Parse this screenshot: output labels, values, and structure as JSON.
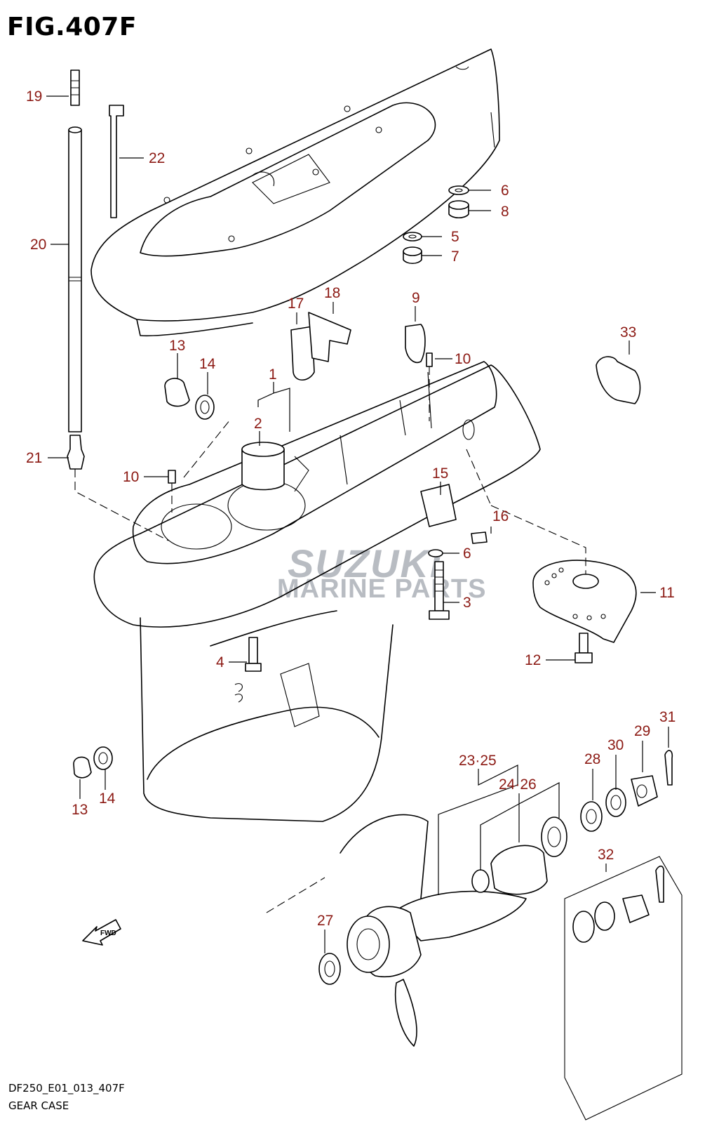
{
  "figure": {
    "title": "FIG.407F",
    "drawing_code": "DF250_E01_013_407F",
    "drawing_name": "GEAR CASE",
    "watermark_brand": "SUZUKI",
    "watermark_sub": "MARINE PARTS",
    "fwd_arrow_text": "FWD",
    "callout_color": "#8c1a14"
  },
  "callouts": [
    "19",
    "22",
    "20",
    "6",
    "8",
    "5",
    "7",
    "18",
    "17",
    "9",
    "33",
    "13",
    "14",
    "1",
    "10",
    "2",
    "21",
    "10",
    "15",
    "16",
    "6",
    "11",
    "3",
    "4",
    "12",
    "13",
    "14",
    "31",
    "29",
    "30",
    "28",
    "23·25",
    "24·26",
    "32",
    "27"
  ]
}
